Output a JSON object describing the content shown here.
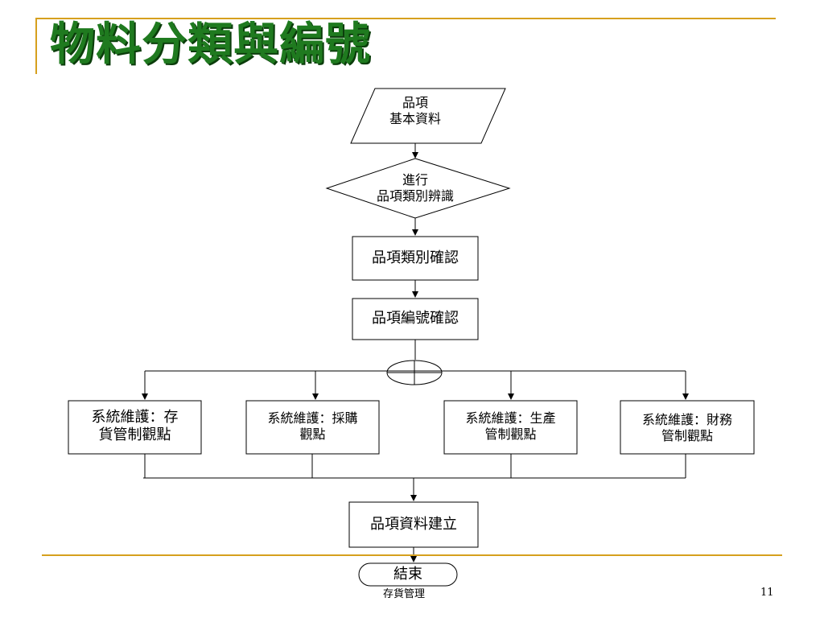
{
  "slide": {
    "title": "物料分類與編號",
    "footer_text": "存貨管理",
    "page_number": "11"
  },
  "flow": {
    "input": {
      "line1": "品項",
      "line2": "基本資料"
    },
    "decision": {
      "line1": "進行",
      "line2": "品項類別辨識"
    },
    "step1": "品項類別確認",
    "step2": "品項編號確認",
    "branches": [
      {
        "line1": "系統維護：存",
        "line2": "貨管制觀點"
      },
      {
        "line1": "系統維護：採購",
        "line2": "觀點"
      },
      {
        "line1": "系統維護：生產",
        "line2": "管制觀點"
      },
      {
        "line1": "系統維護：財務",
        "line2": "管制觀點"
      }
    ],
    "step3": "品項資料建立",
    "end": "結束"
  }
}
